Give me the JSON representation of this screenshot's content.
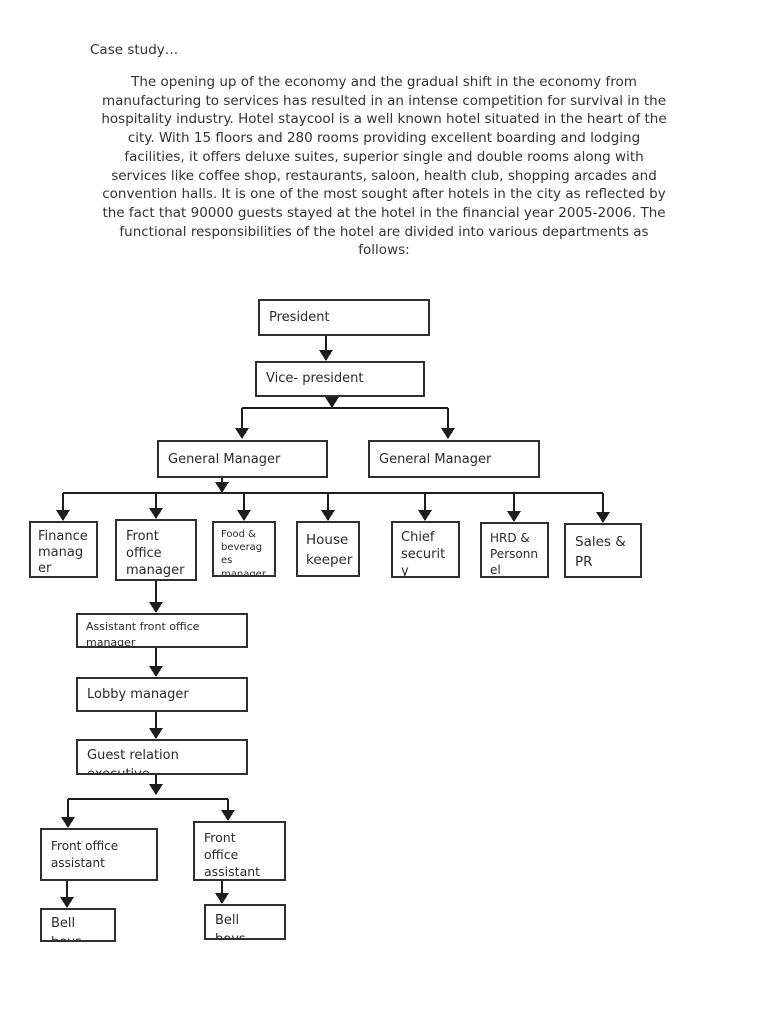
{
  "document": {
    "title": "Case study…",
    "paragraph": "The opening up of the economy and the gradual shift in the economy from\nmanufacturing to services has resulted in an intense competition for survival in the\nhospitality industry. Hotel staycool is a well known hotel situated in the heart of the\ncity. With 15 floors and 280 rooms providing excellent boarding and lodging\nfacilities, it offers deluxe suites, superior single and double rooms along with\nservices like coffee shop, restaurants, saloon, health club, shopping arcades and\nconvention halls. It is one of the most sought after hotels in the city as reflected by\nthe fact that 90000 guests stayed at the hotel in the financial year 2005-2006. The\nfunctional responsibilities of the hotel are divided into various departments as\nfollows:"
  },
  "org_chart": {
    "nodes": {
      "president": {
        "label": "President"
      },
      "vice_president": {
        "label": "Vice- president"
      },
      "gm_left": {
        "label": "General Manager"
      },
      "gm_right": {
        "label": "General Manager"
      },
      "finance": {
        "label": "Finance\nmanag\ner"
      },
      "front_office_manager": {
        "label": "Front\noffice\nmanager"
      },
      "food_beverages": {
        "label": "Food &\nbeverag\nes\nmanager"
      },
      "house_keeper": {
        "label": "House\nkeeper"
      },
      "chief_security": {
        "label": "Chief\nsecurit\ny"
      },
      "hrd_personnel": {
        "label": "HRD &\nPersonn\nel"
      },
      "sales_pr": {
        "label": "Sales &\nPR"
      },
      "assistant_front_office": {
        "label": "Assistant front office\nmanager"
      },
      "lobby_manager": {
        "label": "Lobby manager"
      },
      "guest_relation": {
        "label": "Guest relation\nexecutive"
      },
      "front_office_assistant_left": {
        "label": "Front office\nassistant"
      },
      "front_office_assistant_right": {
        "label": "Front\noffice\nassistant"
      },
      "bell_boys_left": {
        "label": "Bell\nboys"
      },
      "bell_boys_right": {
        "label": "Bell\nboys"
      }
    },
    "edges": [
      {
        "from": "President",
        "to": "Vice- president"
      },
      {
        "from": "Vice- president",
        "to": "General Manager (left)"
      },
      {
        "from": "Vice- president",
        "to": "General Manager (right)"
      },
      {
        "from": "General Manager (left)",
        "to": "Finance manager"
      },
      {
        "from": "General Manager (left)",
        "to": "Front office manager"
      },
      {
        "from": "General Manager (left)",
        "to": "Food & beverages manager"
      },
      {
        "from": "General Manager (left)",
        "to": "House keeper"
      },
      {
        "from": "General Manager (left)",
        "to": "Chief security"
      },
      {
        "from": "General Manager (left)",
        "to": "HRD & Personnel"
      },
      {
        "from": "General Manager (left)",
        "to": "Sales & PR"
      },
      {
        "from": "Front office manager",
        "to": "Assistant front office manager"
      },
      {
        "from": "Assistant front office manager",
        "to": "Lobby manager"
      },
      {
        "from": "Lobby manager",
        "to": "Guest relation executive"
      },
      {
        "from": "Guest relation executive",
        "to": "Front office assistant (left)"
      },
      {
        "from": "Guest relation executive",
        "to": "Front office assistant (right)"
      },
      {
        "from": "Front office assistant (left)",
        "to": "Bell boys (left)"
      },
      {
        "from": "Front office assistant (right)",
        "to": "Bell boys (right)"
      }
    ]
  },
  "colors": {
    "background": "#ffffff",
    "text": "#333333",
    "box_border": "#2f2f2f",
    "connector": "#1d1d1d"
  }
}
